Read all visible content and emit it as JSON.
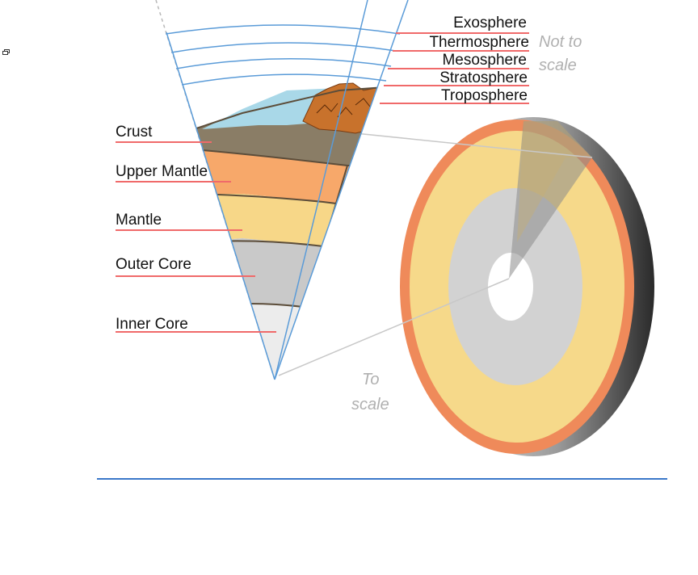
{
  "labels": {
    "atmosphere": [
      "Exosphere",
      "Thermosphere",
      "Mesosphere",
      "Stratosphere",
      "Troposphere"
    ],
    "interior": [
      "Crust",
      "Upper Mantle",
      "Mantle",
      "Outer Core",
      "Inner Core"
    ],
    "not_to_scale_1": "Not to",
    "not_to_scale_2": "scale",
    "to_scale_1": "To",
    "to_scale_2": "scale"
  },
  "colors": {
    "leader_line": "#f06a6a",
    "atmosphere_arc": "#5a9bd8",
    "ocean": "#a9d8e8",
    "crust": "#8a7d66",
    "upper_mantle": "#f7a86a",
    "mantle": "#f7d788",
    "outer_core": "#c9c9c9",
    "inner_core": "#ececec",
    "mountains": "#c8722c",
    "sphere_orange": "#ef8a5a",
    "sphere_yellow": "#f6d98a",
    "divider": "#3b78c9"
  },
  "icons": {
    "corner": "window-restore-icon"
  }
}
